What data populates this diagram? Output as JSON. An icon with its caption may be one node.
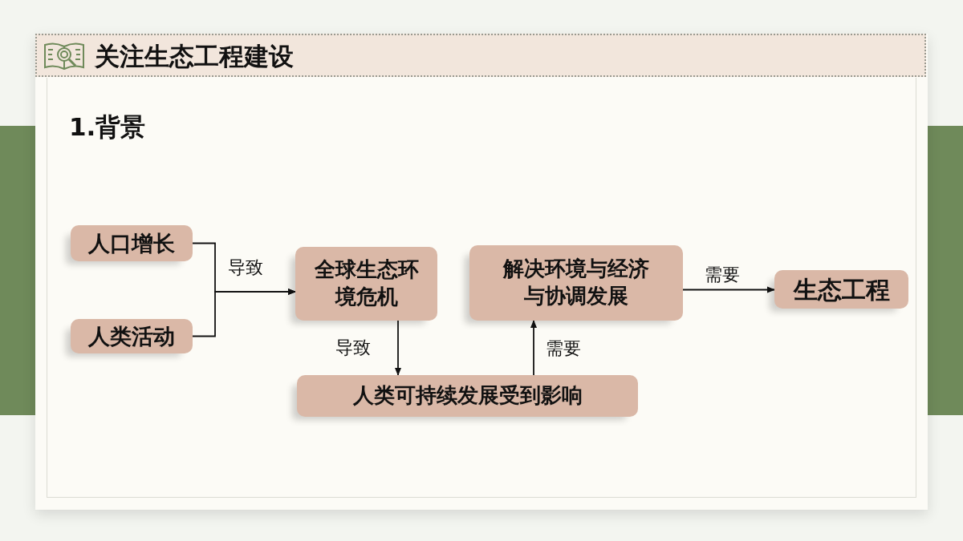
{
  "diagram": {
    "title": "关注生态工程建设",
    "nodes": [
      {
        "text": [
          "人口增长"
        ]
      },
      {
        "text": [
          "人类活动"
        ]
      },
      {
        "text": [
          "全球生态环境危机"
        ]
      },
      {
        "text": [
          "解决环境与经济与协调发展"
        ]
      },
      {
        "text": [
          "生态工程"
        ]
      },
      {
        "text": [
          "人类可持续发展受到影响"
        ]
      }
    ],
    "edges": [
      {
        "from": 0,
        "to": 2,
        "arrow": "to",
        "label": "导致"
      },
      {
        "from": 1,
        "to": 2,
        "arrow": "to"
      },
      {
        "from": 2,
        "to": 5,
        "arrow": "to",
        "label": "导致"
      },
      {
        "from": 5,
        "to": 3,
        "arrow": "to",
        "label": "需要"
      },
      {
        "from": 3,
        "to": 4,
        "arrow": "to",
        "label": "需要"
      }
    ],
    "labels": [
      "1.背景"
    ]
  }
}
